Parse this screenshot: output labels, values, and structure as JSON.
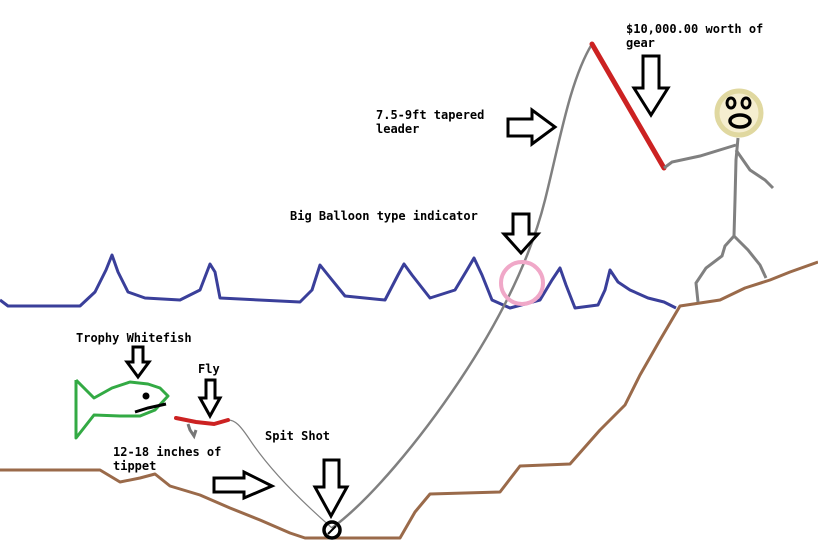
{
  "labels": {
    "gear": "$10,000.00 worth of\ngear",
    "leader": "7.5-9ft tapered\nleader",
    "indicator": "Big Balloon type indicator",
    "whitefish": "Trophy Whitefish",
    "fly": "Fly",
    "split_shot": "Spit Shot",
    "tippet": "12-18 inches of\ntippet"
  },
  "colors": {
    "water": "#3a3f9a",
    "riverbed": "#9a6a4a",
    "rod": "#cc2222",
    "line": "#808080",
    "indicator": "#f0a8c8",
    "fish": "#33aa44",
    "fly": "#cc2222",
    "face": "#f5eed0",
    "face_ring": "#e0d8a0",
    "arrow": "#000000"
  },
  "icons": {
    "arrow": "block-arrow-icon",
    "angler": "stick-figure-icon",
    "fish": "fish-outline-icon",
    "weight": "split-shot-circle-icon"
  }
}
